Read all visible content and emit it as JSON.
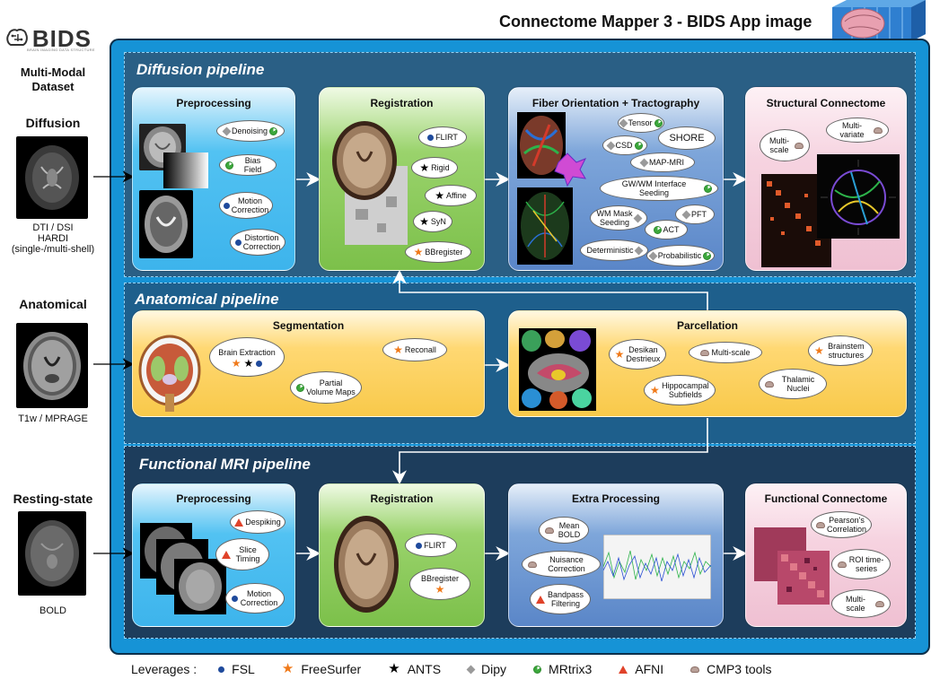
{
  "header": {
    "logo_text": "BIDS",
    "logo_sub": "BRAIN IMAGING DATA STRUCTURE",
    "title": "Connectome Mapper 3 - BIDS App image"
  },
  "left": {
    "dataset_title": "Multi-Modal Dataset",
    "diffusion": {
      "label": "Diffusion",
      "caption_l1": "DTI / DSI",
      "caption_l2": "HARDI",
      "caption_l3": "(single-/multi-shell)"
    },
    "anatomical": {
      "label": "Anatomical",
      "caption": "T1w / MPRAGE"
    },
    "resting": {
      "label": "Resting-state",
      "caption": "BOLD"
    }
  },
  "pipelines": {
    "diffusion": {
      "title": "Diffusion pipeline",
      "preprocessing": {
        "title": "Preprocessing",
        "denoising": "Denoising",
        "bias_field": "Bias Field",
        "motion_correction": "Motion Correction",
        "distortion_correction": "Distortion Correction"
      },
      "registration": {
        "title": "Registration",
        "flirt": "FLIRT",
        "rigid": "Rigid",
        "affine": "Affine",
        "syn": "SyN",
        "bbregister": "BBregister"
      },
      "fiber": {
        "title": "Fiber Orientation + Tractography",
        "tensor": "Tensor",
        "csd": "CSD",
        "shore": "SHORE",
        "map_mri": "MAP-MRI",
        "gwwm": "GW/WM Interface Seeding",
        "wm_mask": "WM Mask Seeding",
        "pft": "PFT",
        "act": "ACT",
        "deterministic": "Deterministic",
        "probabilistic": "Probabilistic"
      },
      "connectome": {
        "title": "Structural Connectome",
        "multi_scale": "Multi-scale",
        "multi_variate": "Multi-variate"
      }
    },
    "anatomical": {
      "title": "Anatomical  pipeline",
      "segmentation": {
        "title": "Segmentation",
        "brain_extraction": "Brain Extraction",
        "reconall": "Reconall",
        "partial_volume": "Partial Volume Maps"
      },
      "parcellation": {
        "title": "Parcellation",
        "desikan": "Desikan Destrieux",
        "multi_scale": "Multi-scale",
        "brainstem": "Brainstem structures",
        "hippocampal": "Hippocampal Subfields",
        "thalamic": "Thalamic Nuclei"
      }
    },
    "fmri": {
      "title": "Functional MRI  pipeline",
      "preprocessing": {
        "title": "Preprocessing",
        "despiking": "Despiking",
        "slice_timing": "Slice Timing",
        "motion_correction": "Motion Correction"
      },
      "registration": {
        "title": "Registration",
        "flirt": "FLIRT",
        "bbregister": "BBregister"
      },
      "extra": {
        "title": "Extra Processing",
        "mean_bold": "Mean BOLD",
        "nuisance": "Nuisance Correction",
        "bandpass": "Bandpass Filtering"
      },
      "connectome": {
        "title": "Functional Connectome",
        "pearson": "Pearson's Correlation",
        "roi": "ROI time-series",
        "multi_scale": "Multi-scale"
      }
    }
  },
  "legend": {
    "leverages": "Leverages :",
    "items": [
      {
        "label": "FSL",
        "icon": "blue-dot-icon",
        "color": "#1f4a9c"
      },
      {
        "label": "FreeSurfer",
        "icon": "orange-star-icon",
        "color": "#f07a1a"
      },
      {
        "label": "ANTS",
        "icon": "black-star-icon",
        "color": "#000000"
      },
      {
        "label": "Dipy",
        "icon": "grey-diamond-icon",
        "color": "#9a9a9a"
      },
      {
        "label": "MRtrix3",
        "icon": "green-pie-icon",
        "color": "#3ca83c"
      },
      {
        "label": "AFNI",
        "icon": "red-triangle-icon",
        "color": "#e0432a"
      },
      {
        "label": "CMP3 tools",
        "icon": "brain-icon",
        "color": "#b9a098"
      }
    ]
  },
  "colors": {
    "outer": "#1693d6",
    "diffusion_bg": "#2a5f85",
    "anatomical_bg": "#1e5f8c",
    "fmri_bg": "#1d3d5c"
  }
}
